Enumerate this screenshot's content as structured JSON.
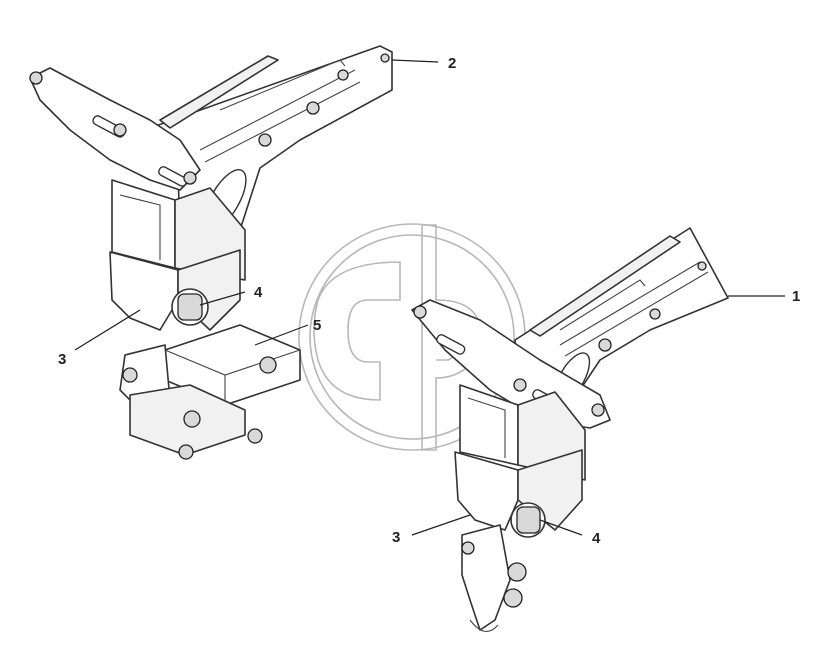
{
  "callouts": {
    "c1": "1",
    "c2": "2",
    "c3_left": "3",
    "c4_left": "4",
    "c5": "5",
    "c3_right": "3",
    "c4_right": "4"
  },
  "colors": {
    "line": "#333333",
    "watermark": "#b8b8b8",
    "background": "#ffffff"
  }
}
